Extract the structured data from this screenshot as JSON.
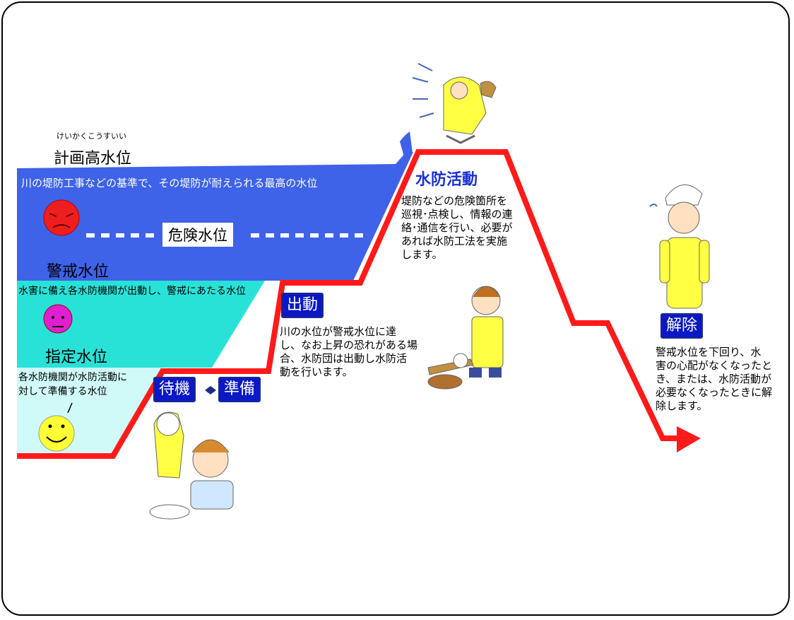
{
  "keikaku": {
    "ruby": "けいかくこうすいい",
    "title": "計画高水位",
    "desc": "川の堤防工事などの基準で、その堤防が耐えられる最高の水位"
  },
  "kiken": {
    "title": "危険水位"
  },
  "keikai": {
    "title": "警戒水位",
    "desc": "水害に備え各水防機関が出動し、警戒にあたる水位"
  },
  "shitei": {
    "title": "指定水位",
    "desc_line1": "各水防機関が水防活動に",
    "desc_line2": "対して準備する水位"
  },
  "stages": {
    "taiki": "待機",
    "junbi": "準備",
    "shutsudo": {
      "title": "出動",
      "lines": [
        "川の水位が警戒水位に達",
        "し、なお上昇の恐れがある場",
        "合、水防団は出動し水防活",
        "動を行います。"
      ]
    },
    "suibou": {
      "title": "水防活動",
      "lines": [
        "堤防などの危険箇所を",
        "巡視･点検し、情報の連",
        "絡･通信を行い、必要が",
        "あれば水防工法を実施",
        "します。"
      ]
    },
    "kaijo": {
      "title": "解除",
      "lines": [
        "警戒水位を下回り、水",
        "害の心配がなくなったと",
        "き、または、水防活動が",
        "必要なくなったときに解",
        "除します。"
      ]
    }
  },
  "colors": {
    "blue_zone": "#3e62e8",
    "cyan_zone": "#28e2d8",
    "light_zone": "#cffaf8",
    "line_red": "#ff1a1a",
    "badge_blue": "#0a18c6"
  }
}
